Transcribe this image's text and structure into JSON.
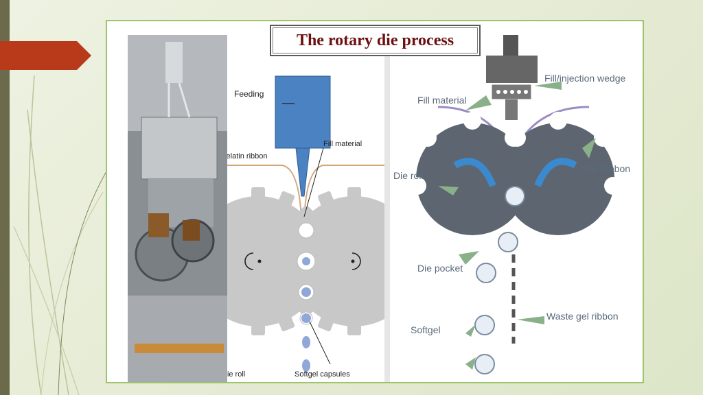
{
  "slide": {
    "title": "The rotary die process",
    "accent_color": "#b83a1a",
    "frame_color": "#9dc46a"
  },
  "left_diagram": {
    "labels": {
      "feeding": "Feeding",
      "gelatin_ribbon": "Gelatin ribbon",
      "fill_material": "Fill material",
      "die_roll": "Die roll",
      "softgel_capsules": "Softgel capsules"
    }
  },
  "right_diagram": {
    "labels": {
      "fill_injection_wedge": "Fill/injection wedge",
      "fill_material": "Fill material",
      "die_roll": "Die roll",
      "gel_ribbon": "Gel Ribbon",
      "die_pocket": "Die pocket",
      "waste_gel_ribbon": "Waste gel ribbon",
      "softgel": "Softgel"
    }
  }
}
